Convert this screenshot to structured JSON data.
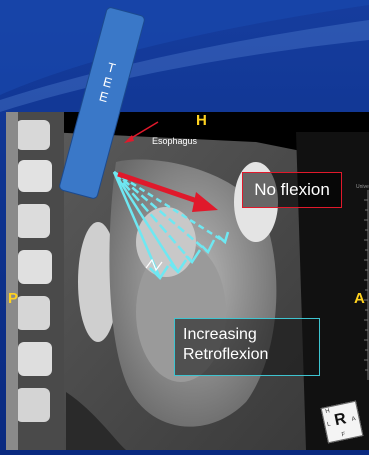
{
  "labels": {
    "top": "H",
    "left": "P",
    "right": "A",
    "structure": "Esophagus"
  },
  "probe": {
    "text": "T\nE\nE"
  },
  "annotations": {
    "no_flexion": "No flexion",
    "retroflexion": "Increasing\nRetroflexion"
  },
  "orientation_cube": {
    "face_front": "R",
    "face_top": "H",
    "face_right": "A",
    "face_bottom": "F",
    "face_left": "L"
  },
  "corner_mark": "Unive",
  "colors": {
    "slide_background": "#0f3490",
    "orientation_labels": "#ffd21f",
    "probe": "#3a78c8",
    "no_flexion_arrow": "#e0192b",
    "retroflexion_arrows": "#6ee8f2"
  }
}
